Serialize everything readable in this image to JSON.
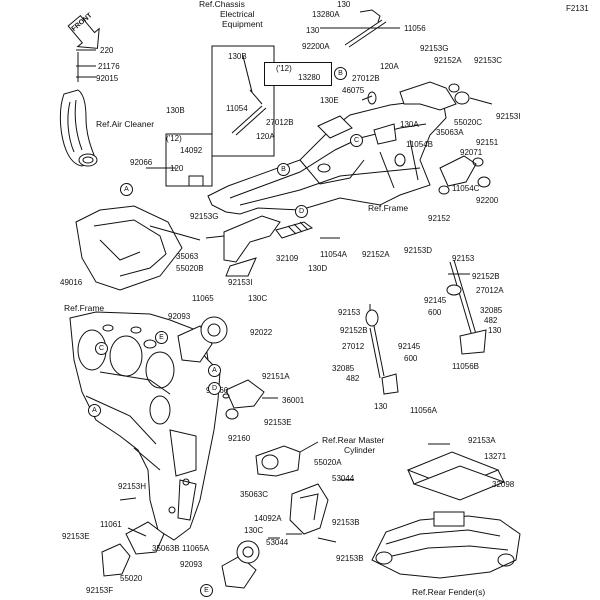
{
  "diagram_code": "F2131",
  "front_marker": "FRONT",
  "refs": {
    "chassis_electrical": "Ref.Chassis",
    "chassis_electrical_2": "Electrical",
    "chassis_electrical_3": "Equipment",
    "air_cleaner": "Ref.Air Cleaner",
    "frame_top": "Ref.Frame",
    "frame_left": "Ref.Frame",
    "rear_master": "Ref.Rear Master",
    "rear_master_2": "Cylinder",
    "rear_fender": "Ref.Rear Fender(s)"
  },
  "year_notes": {
    "a": "('12)",
    "b": "('12)"
  },
  "circle_markers": [
    "A",
    "B",
    "C",
    "D",
    "E"
  ],
  "parts": {
    "p130_top": "130",
    "p13280A": "13280A",
    "p130_a": "130",
    "p11056": "11056",
    "p92200A": "92200A",
    "p220": "220",
    "p21176": "21176",
    "p92015": "92015",
    "p130B_a": "130B",
    "p13280": "13280",
    "p120A_a": "120A",
    "p27012B_a": "27012B",
    "p46075": "46075",
    "p130E": "130E",
    "p92153G_a": "92153G",
    "p92152A_a": "92152A",
    "p92153C": "92153C",
    "p130B_b": "130B",
    "p11054_a": "11054",
    "p120A_b": "120A",
    "p27012B_b": "27012B",
    "p130A_a": "130A",
    "p11054B": "11054B",
    "p55020C": "55020C",
    "p35063A": "35063A",
    "p92153I_a": "92153I",
    "p92151": "92151",
    "p92071": "92071",
    "p14092": "14092",
    "p92066": "92066",
    "p120": "120",
    "p11054C": "11054C",
    "p92200": "92200",
    "p92152_a": "92152",
    "p92153G_b": "92153G",
    "p35063": "35063",
    "p55020B": "55020B",
    "p92153I_b": "92153I",
    "p32109": "32109",
    "p130D": "130D",
    "p11054A": "11054A",
    "p92152A_b": "92152A",
    "p92153D": "92153D",
    "p49016": "49016",
    "p92153_a": "92153",
    "p92152B_a": "92152B",
    "p27012A": "27012A",
    "p92145_a": "92145",
    "p600_a": "600",
    "p32085_a": "32085",
    "p482_a": "482",
    "p130_b": "130",
    "p11056B": "11056B",
    "p11065_a": "11065",
    "p130C_a": "130C",
    "p92093_a": "92093",
    "p92022": "92022",
    "p92153_b": "92153",
    "p92152B_b": "92152B",
    "p27012": "27012",
    "p92145_b": "92145",
    "p600_b": "600",
    "p32085_b": "32085",
    "p482_b": "482",
    "p130_c": "130",
    "p11056A": "11056A",
    "p92151A": "92151A",
    "p92160_a": "92160",
    "p36001": "36001",
    "p92160_b": "92160",
    "p92153E_a": "92153E",
    "p92153A": "92153A",
    "p55020A": "55020A",
    "p13271": "13271",
    "p53044_a": "53044",
    "p32098": "32098",
    "p92153H": "92153H",
    "p35063C": "35063C",
    "p11061": "11061",
    "p14092A": "14092A",
    "p92153B_a": "92153B",
    "p92153E_b": "92153E",
    "p130C_b": "130C",
    "p53044_b": "53044",
    "p35063B": "35063B",
    "p11065A": "11065A",
    "p92093_b": "92093",
    "p55020": "55020",
    "p92153B_b": "92153B",
    "p92153F": "92153F"
  }
}
